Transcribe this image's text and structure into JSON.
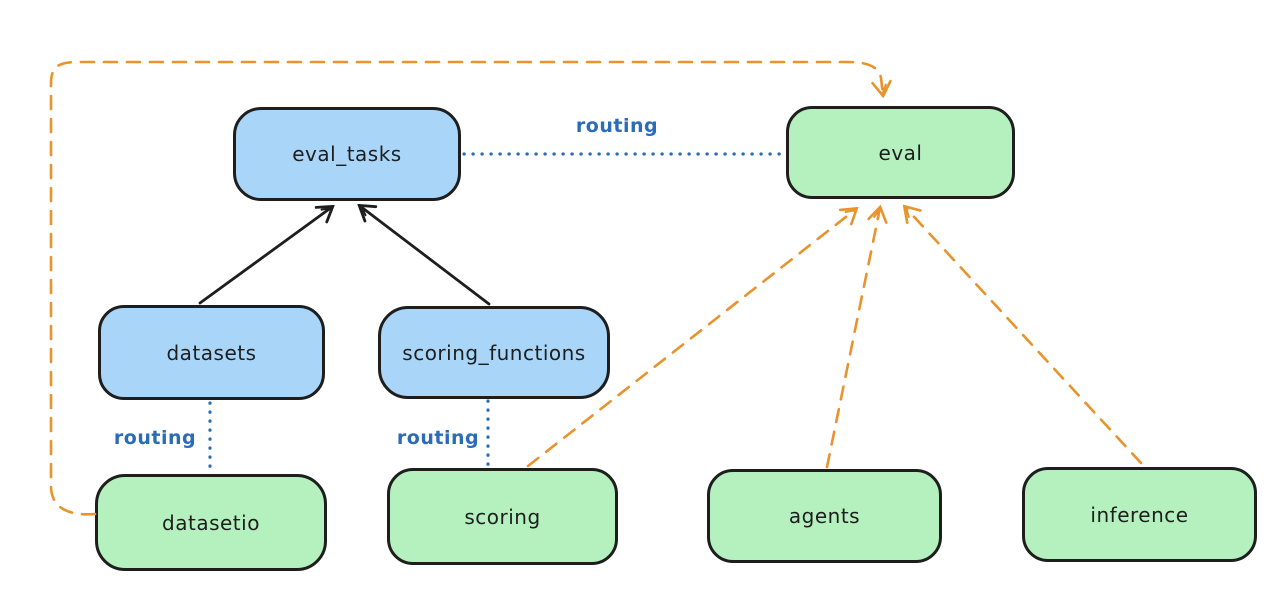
{
  "diagram": {
    "background": "#ffffff",
    "nodes": {
      "eval_tasks": {
        "label": "eval_tasks",
        "fill": "#a9d6f8"
      },
      "eval": {
        "label": "eval",
        "fill": "#b5f1bf"
      },
      "datasets": {
        "label": "datasets",
        "fill": "#a9d6f8"
      },
      "scoring_functions": {
        "label": "scoring_functions",
        "fill": "#a9d6f8"
      },
      "datasetio": {
        "label": "datasetio",
        "fill": "#b5f1bf"
      },
      "scoring": {
        "label": "scoring",
        "fill": "#b5f1bf"
      },
      "agents": {
        "label": "agents",
        "fill": "#b5f1bf"
      },
      "inference": {
        "label": "inference",
        "fill": "#b5f1bf"
      }
    },
    "edges": [
      {
        "from": "datasets",
        "to": "eval_tasks",
        "style": "solid-arrow",
        "color": "#1e1e1e"
      },
      {
        "from": "scoring_functions",
        "to": "eval_tasks",
        "style": "solid-arrow",
        "color": "#1e1e1e"
      },
      {
        "from": "eval_tasks",
        "to": "eval",
        "style": "dotted",
        "color": "#2b6cb8",
        "label": "routing"
      },
      {
        "from": "datasets",
        "to": "datasetio",
        "style": "dotted",
        "color": "#2b6cb8",
        "label": "routing"
      },
      {
        "from": "scoring_functions",
        "to": "scoring",
        "style": "dotted",
        "color": "#2b6cb8",
        "label": "routing"
      },
      {
        "from": "datasetio",
        "to": "eval",
        "style": "dashed-arrow",
        "color": "#e8932c"
      },
      {
        "from": "scoring",
        "to": "eval",
        "style": "dashed-arrow",
        "color": "#e8932c"
      },
      {
        "from": "agents",
        "to": "eval",
        "style": "dashed-arrow",
        "color": "#e8932c"
      },
      {
        "from": "inference",
        "to": "eval",
        "style": "dashed-arrow",
        "color": "#e8932c"
      }
    ],
    "colors": {
      "api_box_fill": "#a9d6f8",
      "provider_box_fill": "#b5f1bf",
      "box_border": "#1e1e1e",
      "routing_line": "#2b6cb8",
      "dependency_arrow": "#e8932c",
      "composition_arrow": "#1e1e1e"
    }
  }
}
